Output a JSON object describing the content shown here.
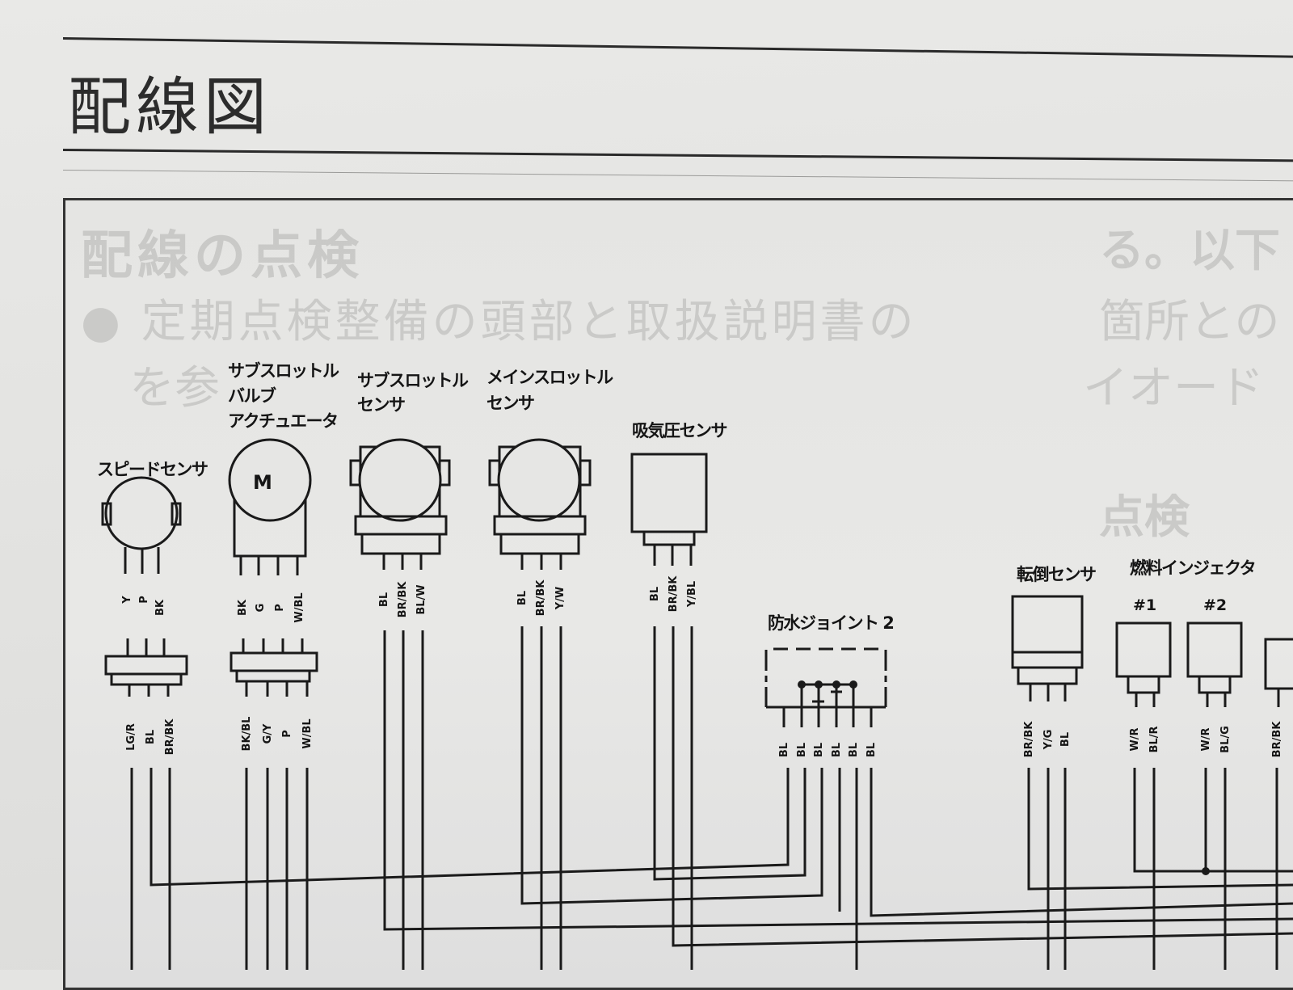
{
  "page_title": "配線図",
  "ghost_text": {
    "left_line1": "配線の点検",
    "left_line2": "● 定期点検整備の頭部と取扱説明書の",
    "left_line3": "を参",
    "right_line1": "る。以下",
    "right_line2": "箇所との",
    "right_line3": "イオード",
    "right_line4": "点検"
  },
  "components": [
    {
      "id": "speed",
      "label": [
        "スピードセンサ"
      ],
      "wires_top": [
        "Y",
        "P",
        "BK"
      ],
      "wires_bottom": [
        "LG/R",
        "BL",
        "BR/BK"
      ]
    },
    {
      "id": "sub_valve",
      "label": [
        "サブスロットル",
        "バルブ",
        "アクチュエータ"
      ],
      "symbol": "M",
      "wires_top": [
        "BK",
        "G",
        "P",
        "W/BL"
      ],
      "wires_bottom": [
        "BK/BL",
        "G/Y",
        "P",
        "W/BL"
      ]
    },
    {
      "id": "sub_sensor",
      "label": [
        "サブスロットル",
        "センサ"
      ],
      "wires": [
        "BL",
        "BR/BK",
        "BL/W"
      ]
    },
    {
      "id": "main_sensor",
      "label": [
        "メインスロットル",
        "センサ"
      ],
      "wires": [
        "BL",
        "BR/BK",
        "Y/W"
      ]
    },
    {
      "id": "intake",
      "label": [
        "吸気圧センサ"
      ],
      "wires": [
        "BL",
        "BR/BK",
        "Y/BL"
      ]
    },
    {
      "id": "joint2",
      "label": [
        "防水ジョイント 2"
      ],
      "wires": [
        "BL",
        "BL",
        "BL",
        "BL",
        "BL",
        "BL"
      ]
    },
    {
      "id": "tilt",
      "label": [
        "転倒センサ"
      ],
      "wires": [
        "BR/BK",
        "Y/G",
        "BL"
      ]
    },
    {
      "id": "inj1",
      "label": [
        "燃料インジェクタ"
      ],
      "sub": "#1",
      "wires": [
        "W/R",
        "BL/R"
      ]
    },
    {
      "id": "inj2",
      "sub": "#2",
      "wires": [
        "W/R",
        "BL/G"
      ]
    },
    {
      "id": "partial",
      "wires": [
        "BR/BK"
      ]
    }
  ]
}
